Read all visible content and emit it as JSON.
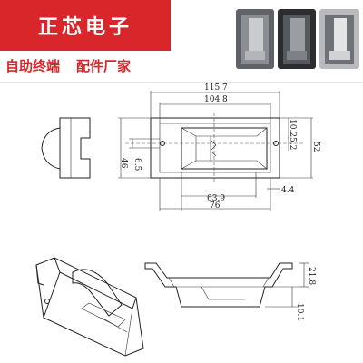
{
  "brand": {
    "title": "正芯电子",
    "color": "#d9262b"
  },
  "subtitle": {
    "left": "自助终端",
    "right": "配件厂家"
  },
  "product_photos": [
    {
      "name": "dark-grey-bezel"
    },
    {
      "name": "black-bezel"
    },
    {
      "name": "silver-bezel"
    }
  ],
  "dimensions": {
    "overall_length": "115.7",
    "inner_length": "104.8",
    "height_total": "52",
    "height_inner": "46",
    "slot_height": "6.5",
    "top_offset": "10.2",
    "slot_offset": "5.2",
    "mid_width": "63.9",
    "bottom_width": "76",
    "edge_offset": "4.4",
    "side_height": "21.8",
    "side_depth": "10.1"
  }
}
